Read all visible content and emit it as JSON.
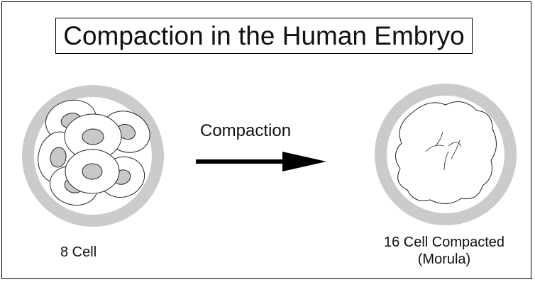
{
  "title": "Compaction in the Human Embryo",
  "process_label": "Compaction",
  "stages": [
    {
      "label": "8 Cell",
      "sublabel": ""
    },
    {
      "label": "16 Cell Compacted",
      "sublabel": "(Morula)"
    }
  ],
  "colors": {
    "zona": "#cbcbcb",
    "nucleus": "#c8c8c8",
    "outline": "#222222",
    "arrow": "#000000"
  }
}
